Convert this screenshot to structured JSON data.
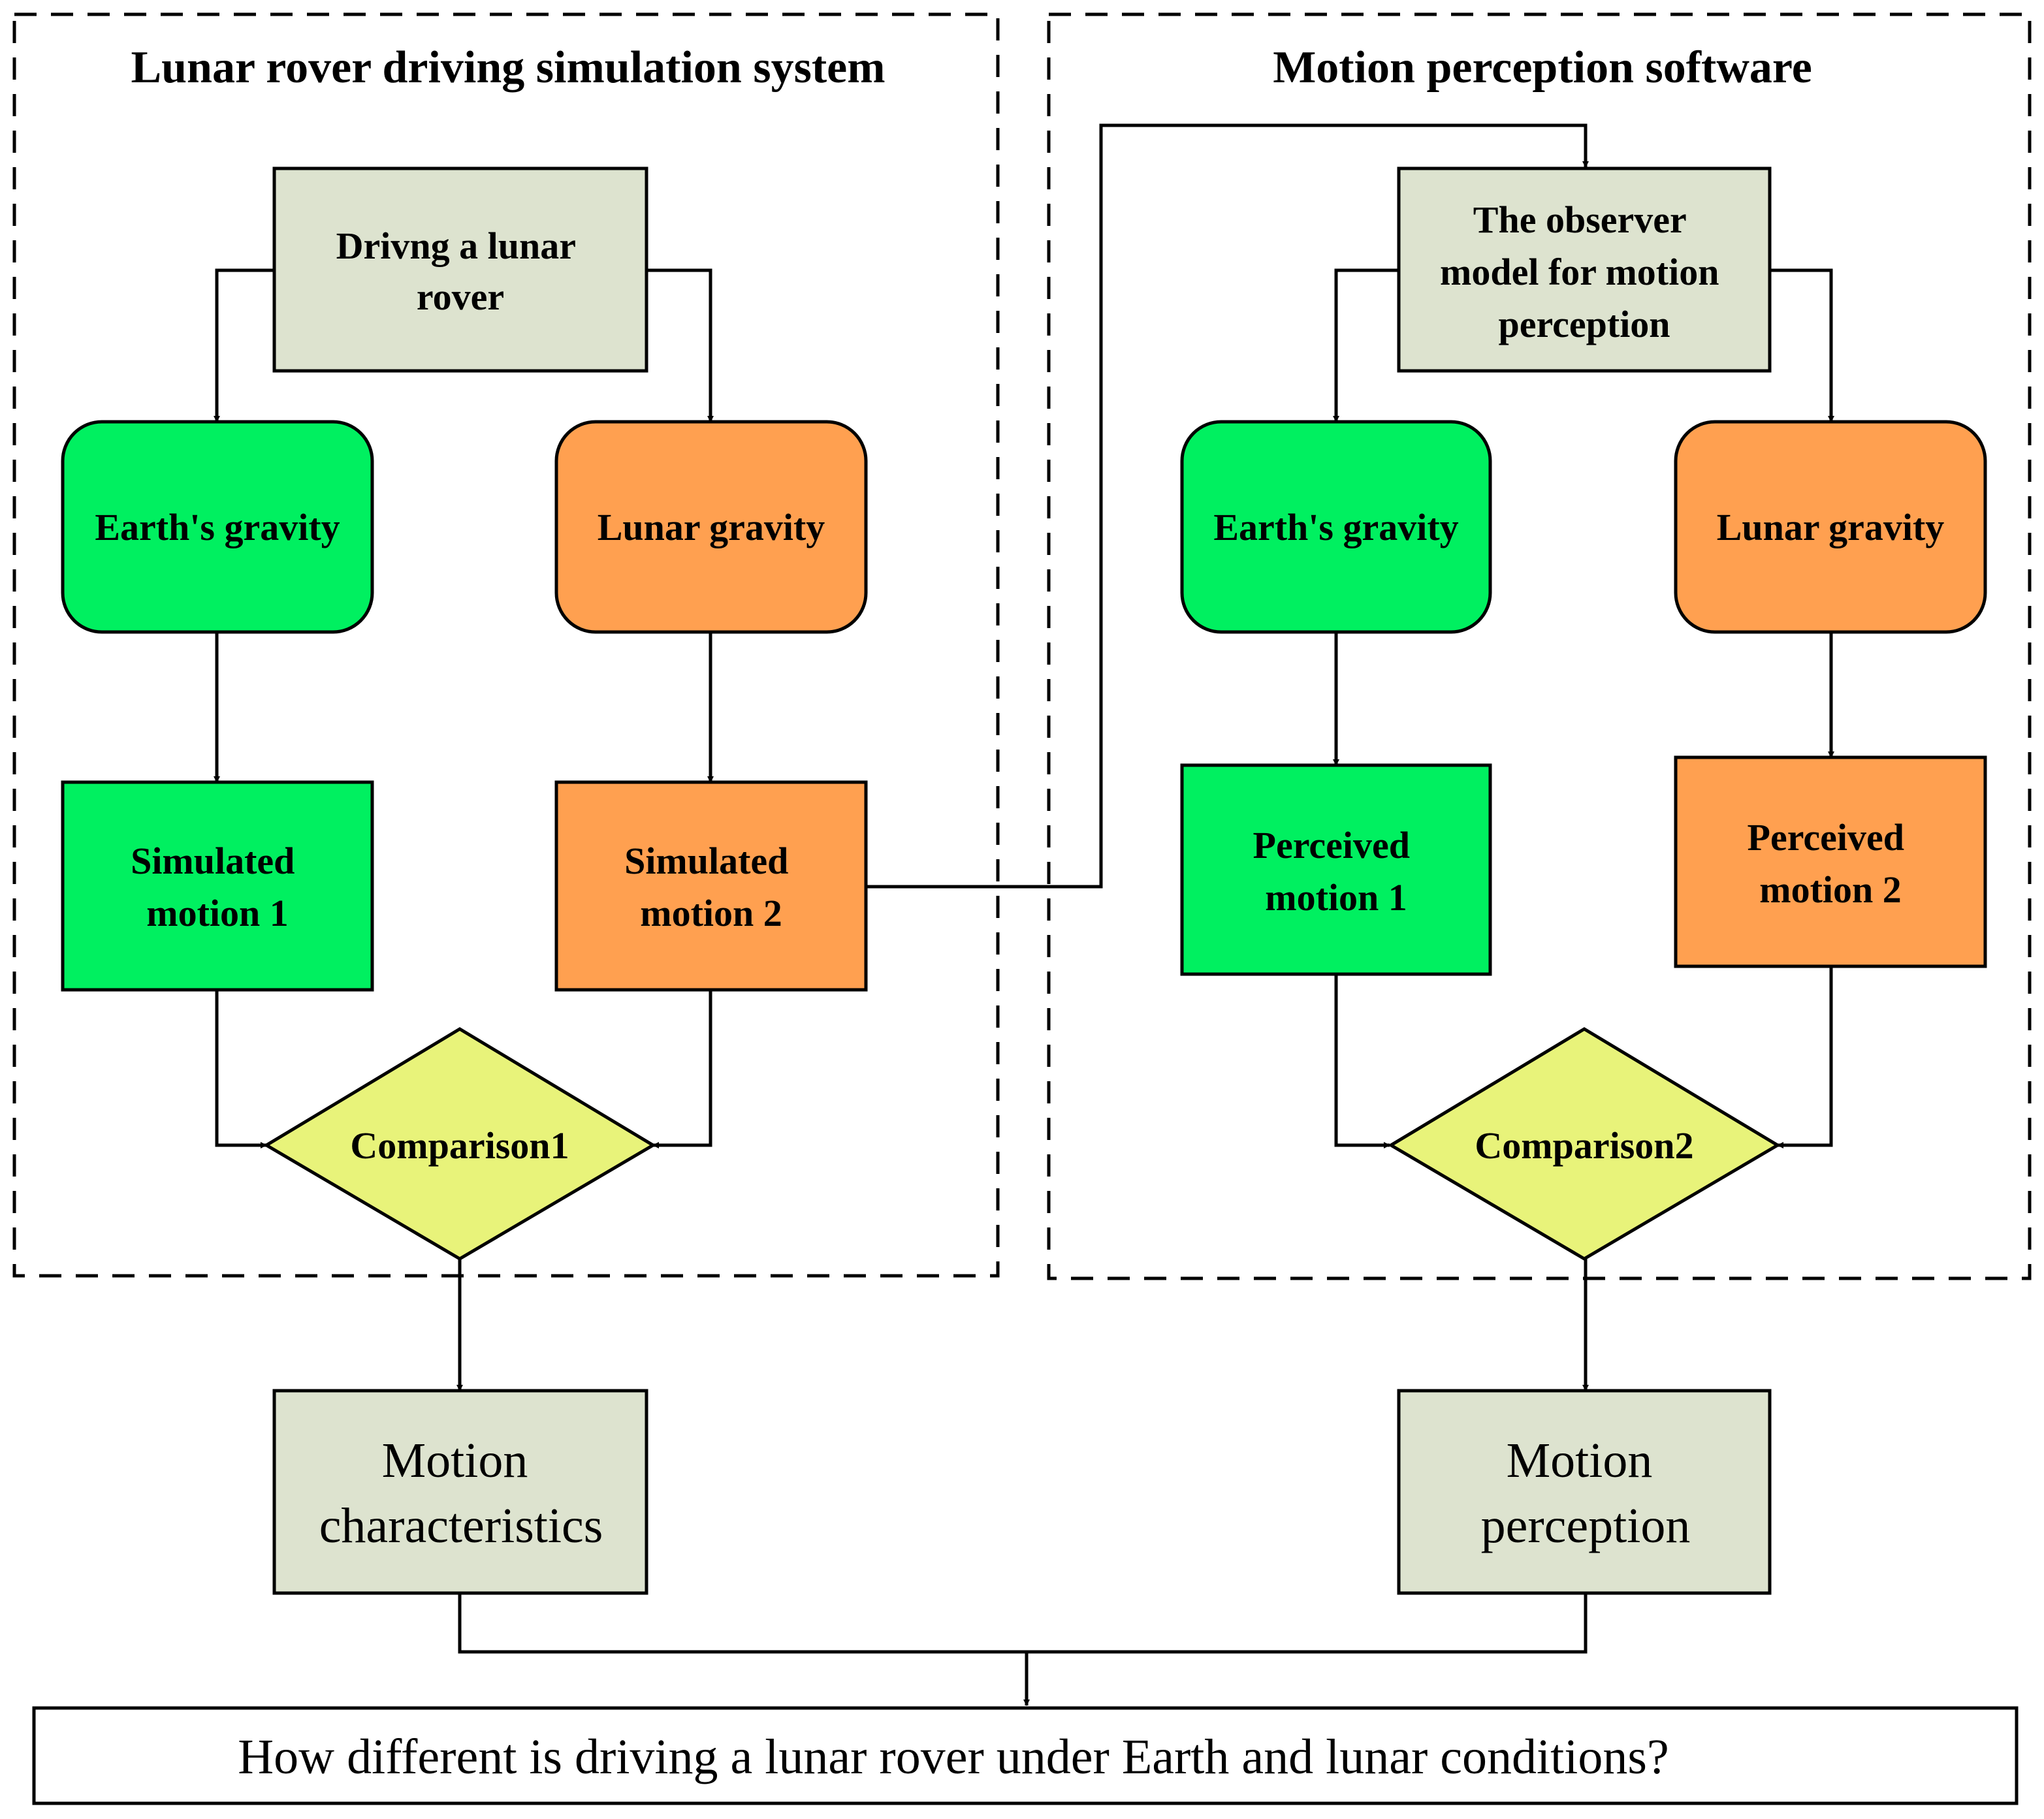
{
  "groups": {
    "left_title": "Lunar rover driving simulation system",
    "right_title": "Motion perception software"
  },
  "nodes": {
    "driving_rover": [
      "Drivng a lunar",
      "rover"
    ],
    "left_earth_gravity": "Earth's gravity",
    "left_lunar_gravity": "Lunar gravity",
    "simulated_motion_1": [
      "Simulated",
      "motion 1"
    ],
    "simulated_motion_2": [
      "Simulated",
      "motion 2"
    ],
    "comparison_1": "Comparison1",
    "observer_model": [
      "The observer",
      "model for motion",
      "perception"
    ],
    "right_earth_gravity": "Earth's gravity",
    "right_lunar_gravity": "Lunar gravity",
    "perceived_motion_1": [
      "Perceived",
      "motion 1"
    ],
    "perceived_motion_2": [
      "Perceived",
      "motion 2"
    ],
    "comparison_2": "Comparison2",
    "motion_characteristics": [
      "Motion",
      "characteristics"
    ],
    "motion_perception": [
      "Motion",
      "perception"
    ],
    "question": "How different is driving a lunar rover under Earth and lunar conditions?"
  },
  "colors": {
    "grey_box": "#dde3cf",
    "earth_green": "#00f060",
    "lunar_orange": "#ffa050",
    "comparison_yellow": "#e8f37a",
    "line": "#000000"
  }
}
